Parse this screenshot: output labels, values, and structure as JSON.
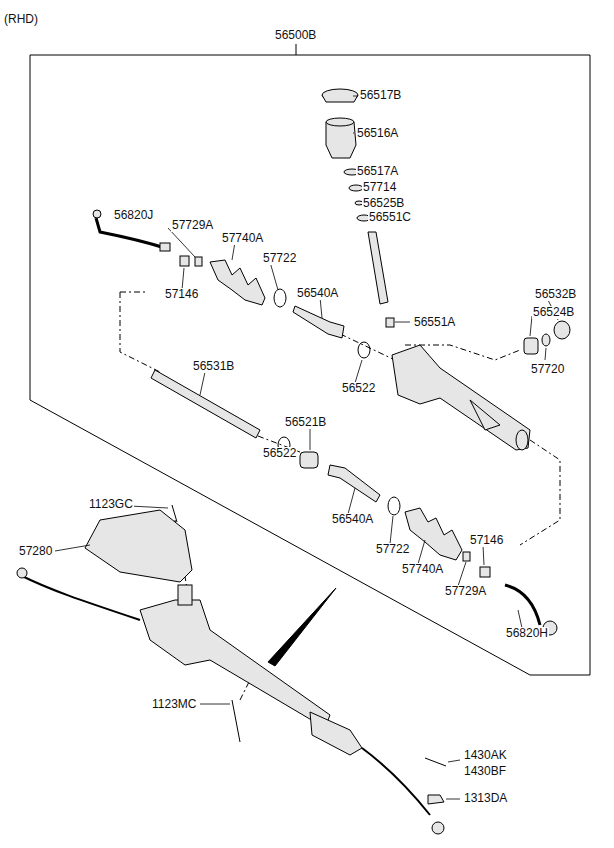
{
  "diagram": {
    "title": "(RHD)",
    "labels": [
      "56500B",
      "56517B",
      "56516A",
      "56517A",
      "57714",
      "56525B",
      "56551C",
      "56820J",
      "57729A",
      "57740A",
      "57722",
      "57146",
      "56540A",
      "56532B",
      "56524B",
      "56551A",
      "56531B",
      "57720",
      "56522",
      "56521B",
      "56522",
      "1123GC",
      "56540A",
      "57146",
      "57280",
      "57722",
      "57740A",
      "57729A",
      "56820H",
      "1123MC",
      "1430AK",
      "1430BF",
      "1313DA"
    ]
  }
}
